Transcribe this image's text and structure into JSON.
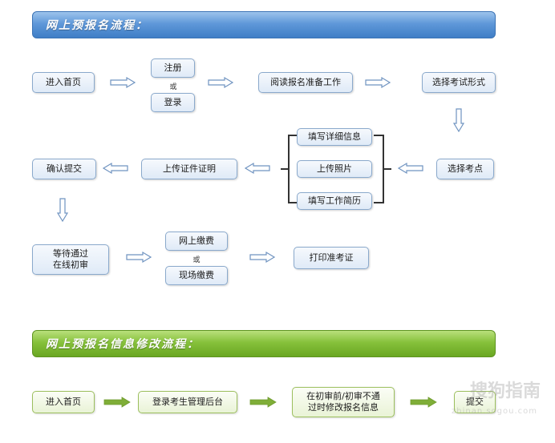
{
  "section1": {
    "title": "网上预报名流程：",
    "steps": {
      "home": "进入首页",
      "register": "注册",
      "or1": "或",
      "login": "登录",
      "read": "阅读报名准备工作",
      "choose_form": "选择考试形式",
      "choose_site": "选择考点",
      "fill_detail": "填写详细信息",
      "upload_photo": "上传照片",
      "fill_resume": "填写工作简历",
      "upload_cert": "上传证件证明",
      "confirm": "确认提交",
      "wait_review": "等待通过\n在线初审",
      "pay_online": "网上缴费",
      "or2": "或",
      "pay_onsite": "现场缴费",
      "print_ticket": "打印准考证"
    }
  },
  "section2": {
    "title": "网上预报名信息修改流程：",
    "steps": {
      "home": "进入首页",
      "login_console": "登录考生管理后台",
      "modify": "在初审前/初审不通\n过时修改报名信息",
      "submit": "提交"
    }
  },
  "watermark": {
    "brand": "搜狗指南",
    "url": "zhinan.sogou.com"
  },
  "colors": {
    "blue_banner": "#4f8bd0",
    "green_banner": "#7cb82f",
    "outline_arrow": "#6f93c0",
    "green_arrow": "#7fae38"
  }
}
